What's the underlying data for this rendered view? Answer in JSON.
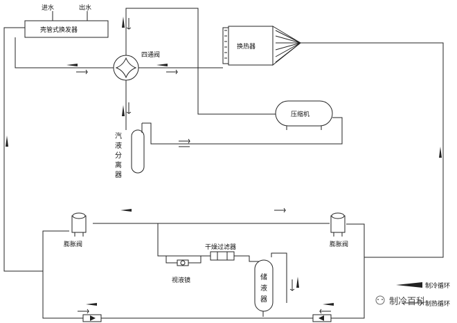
{
  "labels": {
    "water_in": "进水",
    "water_out": "出水",
    "shell_tube_exchanger": "壳管式换发器",
    "four_way_valve": "四通阀",
    "heat_exchanger": "换热器",
    "compressor": "压缩机",
    "gas_liquid_separator": [
      "汽",
      "液",
      "分",
      "离",
      "器"
    ],
    "expansion_valve_left": "膨胀阀",
    "expansion_valve_right": "膨胀阀",
    "dryer_filter": "干燥过滤器",
    "sight_glass": "视液镜",
    "liquid_receiver": [
      "储",
      "液",
      "器"
    ]
  },
  "legend": {
    "cooling_cycle": "制冷循环",
    "heating_cycle": "制热循环"
  },
  "watermark": {
    "text": "制冷百科"
  }
}
